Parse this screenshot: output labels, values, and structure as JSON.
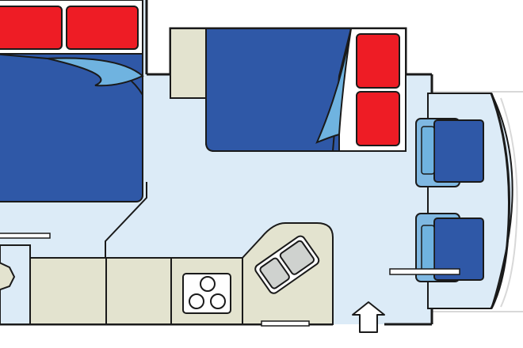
{
  "floorplan": {
    "type": "RV floor plan (top-down)",
    "colors": {
      "floor": "#dcebf7",
      "outline": "#1a1a1a",
      "mattress": "#2f58a7",
      "sheet_fold": "#6fb3e0",
      "pillow": "#ee1c25",
      "counter": "#e3e3cf",
      "seat_base": "#7fb8e2",
      "seat_cushion": "#2f58a7",
      "cab_floor": "#ffffff",
      "cab_line": "#d8d8d8",
      "sink_basin": "#cfd2cf"
    },
    "items": [
      {
        "name": "rear-bed",
        "pillows": 2
      },
      {
        "name": "overhead-bed",
        "pillows": 2
      },
      {
        "name": "cooktop",
        "burners": 3
      },
      {
        "name": "double-sink",
        "basins": 2
      },
      {
        "name": "cab-seats",
        "count": 2
      },
      {
        "name": "entry-door-arrow",
        "icon": "up-arrow-icon"
      }
    ]
  }
}
